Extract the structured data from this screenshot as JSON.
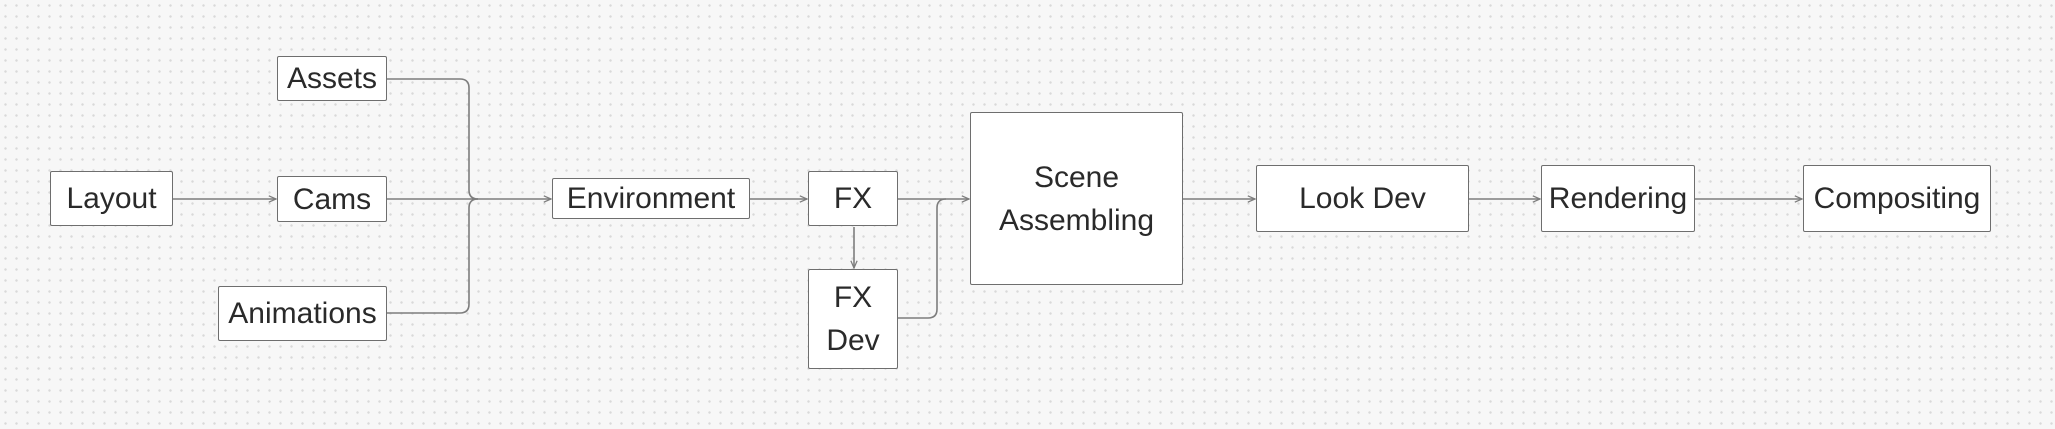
{
  "diagram": {
    "nodes": {
      "layout": "Layout",
      "assets": "Assets",
      "cams": "Cams",
      "animations": "Animations",
      "environment": "Environment",
      "fx": "FX",
      "fx_dev": "FX\nDev",
      "scene_assembling": "Scene\nAssembling",
      "look_dev": "Look Dev",
      "rendering": "Rendering",
      "compositing": "Compositing"
    },
    "edges": [
      {
        "from": "layout",
        "to": "cams"
      },
      {
        "from": "assets",
        "to": "environment"
      },
      {
        "from": "cams",
        "to": "environment"
      },
      {
        "from": "animations",
        "to": "environment"
      },
      {
        "from": "environment",
        "to": "fx"
      },
      {
        "from": "fx",
        "to": "fx_dev"
      },
      {
        "from": "fx",
        "to": "scene_assembling"
      },
      {
        "from": "fx_dev",
        "to": "scene_assembling"
      },
      {
        "from": "scene_assembling",
        "to": "look_dev"
      },
      {
        "from": "look_dev",
        "to": "rendering"
      },
      {
        "from": "rendering",
        "to": "compositing"
      }
    ]
  }
}
